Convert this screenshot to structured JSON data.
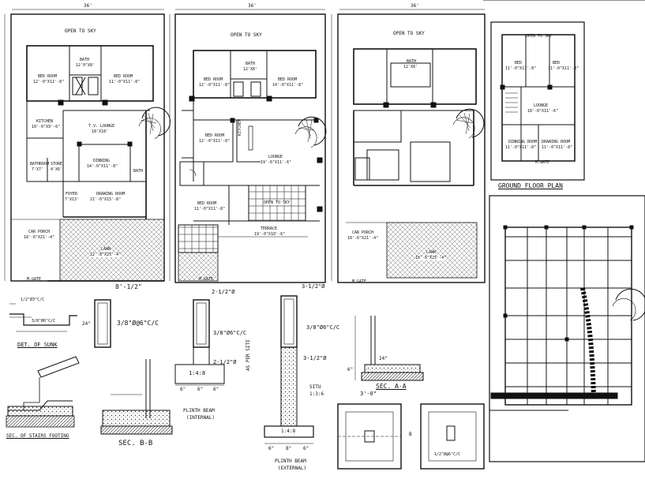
{
  "plan1": {
    "open_to_sky": "OPEN TO SKY",
    "bath": "BATH",
    "bath_size": "12'0\"X8'",
    "bed_room_left": "BED ROOM",
    "bed_room_left_size": "12'-0\"X11'-8\"",
    "bed_room_right": "BED ROOM",
    "bed_room_right_size": "11'-0\"X11'-8\"",
    "kitchen": "KITCHEN",
    "kitchen_size": "10'-0\"X9'-6\"",
    "tv_lounge": "T.V. LOUNGE",
    "tv_lounge_size": "18'X18'",
    "bathroom": "BATHROOM",
    "bathroom_size": "7'X7'",
    "store": "STORE",
    "store_size": "4'X6'",
    "dining": "DINNING",
    "dining_size": "14'-0\"X11'-8\"",
    "bath2": "BATH",
    "foyer": "FOYER",
    "foyer_size": "7'X13'",
    "drawing_room": "DRAWING ROOM",
    "drawing_room_size": "21'-0\"X15'-8\"",
    "car_porch": "CAR PORCH",
    "car_porch_size": "18'-6\"X21'-4\"",
    "lawn": "LAWN",
    "lawn_size": "12'-8\"X25'-4\"",
    "gate": "M.GATE",
    "width_dim": "36'"
  },
  "plan2": {
    "open_to_sky": "OPEN TO SKY",
    "bath": "BATH",
    "bath_size": "12'X8'",
    "bed_room_left": "BED ROOM",
    "bed_room_left_size": "12'-0\"X11'-8\"",
    "bed_room_right": "BED ROOM",
    "bed_room_right_size": "14'-0\"X11'-8\"",
    "bed_room_mid": "BED ROOM",
    "bed_room_mid_size": "12'-0\"X11'-8\"",
    "lounge": "LOUNGE",
    "lounge_size": "19'-6\"X11'-6\"",
    "kitchen": "KITCHEN",
    "bed_room_low": "BED ROOM",
    "bed_room_low_size": "11'-0\"X11'-8\"",
    "terrace": "TERRACE",
    "terrace_size": "19'-0\"X10'-6\"",
    "open_to_sky_low": "OPEN TO SKY",
    "gate": "M.GATE",
    "width_dim": "36'"
  },
  "plan3": {
    "open_to_sky": "OPEN TO SKY",
    "bath": "BATH",
    "bath_size": "12'X8'",
    "car_porch": "CAR PORCH",
    "car_porch_size": "18'-6\"X21'-4\"",
    "lawn": "LAWN",
    "lawn_size": "18'-6\"X25'-4\"",
    "gate": "M.GATE",
    "width_dim": "36'"
  },
  "plan4": {
    "open_to_sky": "OPEN TO SKY",
    "bed1": "BED",
    "bed1_size": "11'-0\"X11'-8\"",
    "bed2": "BED",
    "bed2_size": "11'-0\"X11'-8\"",
    "lounge": "LOUNGE",
    "lounge_size": "18'-0\"X11'-6\"",
    "dining": "DINNING ROOM",
    "dining_size": "11'-0\"X11'-8\"",
    "drawing": "DRAWING ROOM",
    "drawing_size": "11'-0\"X11'-8\"",
    "gate": "M.GATE",
    "caption": "GROUND FLOOR PLAN"
  },
  "details": {
    "sunk_title": "DET. OF SUNK",
    "sunk_rebar_1": "1/2\"Ø3\"C/C",
    "sunk_rebar_2": "3/8\"Ø6\"C/C",
    "stairs_title": "SEC. OF STAIRS FOOTING",
    "beam1_dim": "8'-1/2\"",
    "beam1_spec": "3/8\"Ø@6\"C/C",
    "beam1_side": "24\"",
    "secbb_title": "SEC. B-B",
    "beam2_dim": "2-1/2\"Ø",
    "beam2_spec": "3/8\"Ø6\"C/C",
    "beam2_dim2": "2-1/2\"Ø",
    "beam2_w1": "6\"",
    "beam2_w2": "6\"",
    "beam2_w3": "6\"",
    "beam2_mix": "1:4:8",
    "plinth_int_title": "PLINTH BEAM",
    "plinth_int_sub": "(INTERNAL)",
    "beam3_dim": "3-1/2\"Ø",
    "beam3_spec": "3/8\"Ø6\"C/C",
    "beam3_dim2": "3-1/2\"Ø",
    "beam3_situ": "SITU",
    "beam3_situ_mix": "1:3:6",
    "beam3_mix": "1:4:8",
    "beam3_side": "AS PER SITE",
    "beam3_w1": "6\"",
    "beam3_w2": "8\"",
    "beam3_w3": "6\"",
    "plinth_ext_title": "PLINTH BEAM",
    "plinth_ext_sub": "(EXTERNAL)",
    "secaa_title": "SEC. A-A",
    "secaa_dim1": "24\"",
    "secaa_dim2": "6\"",
    "footing_dim": "3'-0\"",
    "footing_rebar": "1/2\"Ø@6\"C/C",
    "footing_b": "B"
  }
}
